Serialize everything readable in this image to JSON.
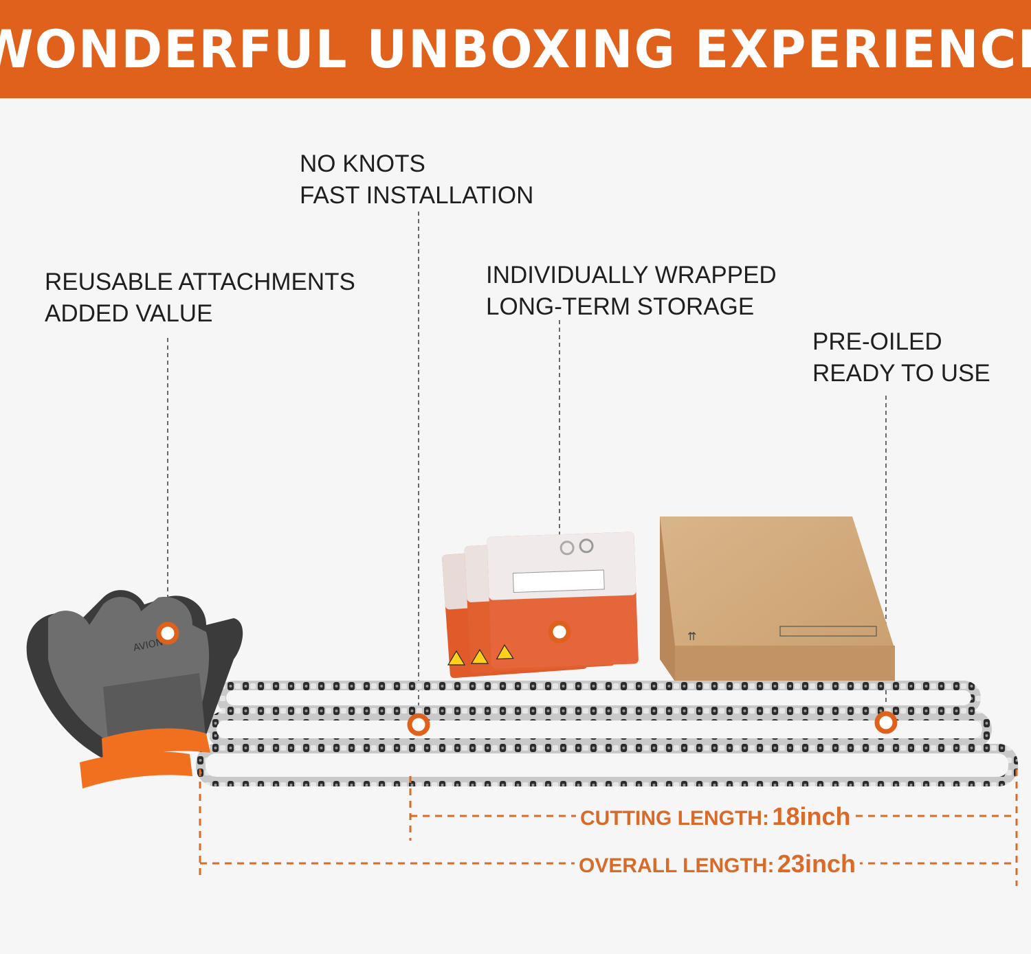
{
  "banner": {
    "title": "WONDERFUL UNBOXING EXPERIENCE"
  },
  "callouts": {
    "knots": {
      "line1": "NO KNOTS",
      "line2": "FAST INSTALLATION"
    },
    "attachments": {
      "line1": "REUSABLE ATTACHMENTS",
      "line2": "ADDED VALUE"
    },
    "wrapped": {
      "line1": "INDIVIDUALLY WRAPPED",
      "line2": "LONG-TERM STORAGE"
    },
    "oiled": {
      "line1": "PRE-OILED",
      "line2": "READY TO USE"
    }
  },
  "dimensions": {
    "cutting": {
      "label": "CUTTING LENGTH:",
      "value": "18inch"
    },
    "overall": {
      "label": "OVERALL LENGTH:",
      "value": "23inch"
    }
  },
  "glove": {
    "brand": "AVION"
  },
  "colors": {
    "accent": "#e0611b",
    "dimension": "#d86a2a",
    "text": "#1f1f1f",
    "background": "#f6f6f6"
  }
}
